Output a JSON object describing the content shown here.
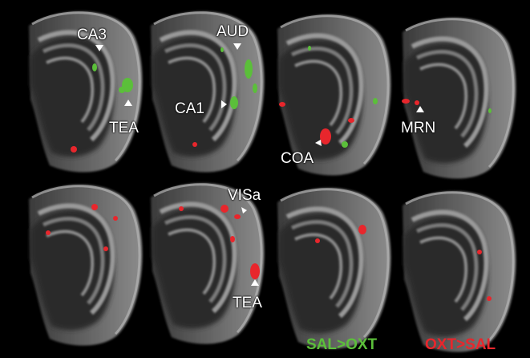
{
  "labels": {
    "ca3": "CA3",
    "aud": "AUD",
    "tea_top": "TEA",
    "ca1": "CA1",
    "coa": "COA",
    "mrn": "MRN",
    "visa": "VISa",
    "tea_bottom": "TEA"
  },
  "legend": {
    "sal_gt_oxt": "SAL>OXT",
    "oxt_gt_sal": "OXT>SAL"
  },
  "colors": {
    "background": "#000000",
    "sal_gt_oxt": "#5bbf3a",
    "oxt_gt_sal": "#e8262c",
    "label_text": "#ffffff"
  }
}
